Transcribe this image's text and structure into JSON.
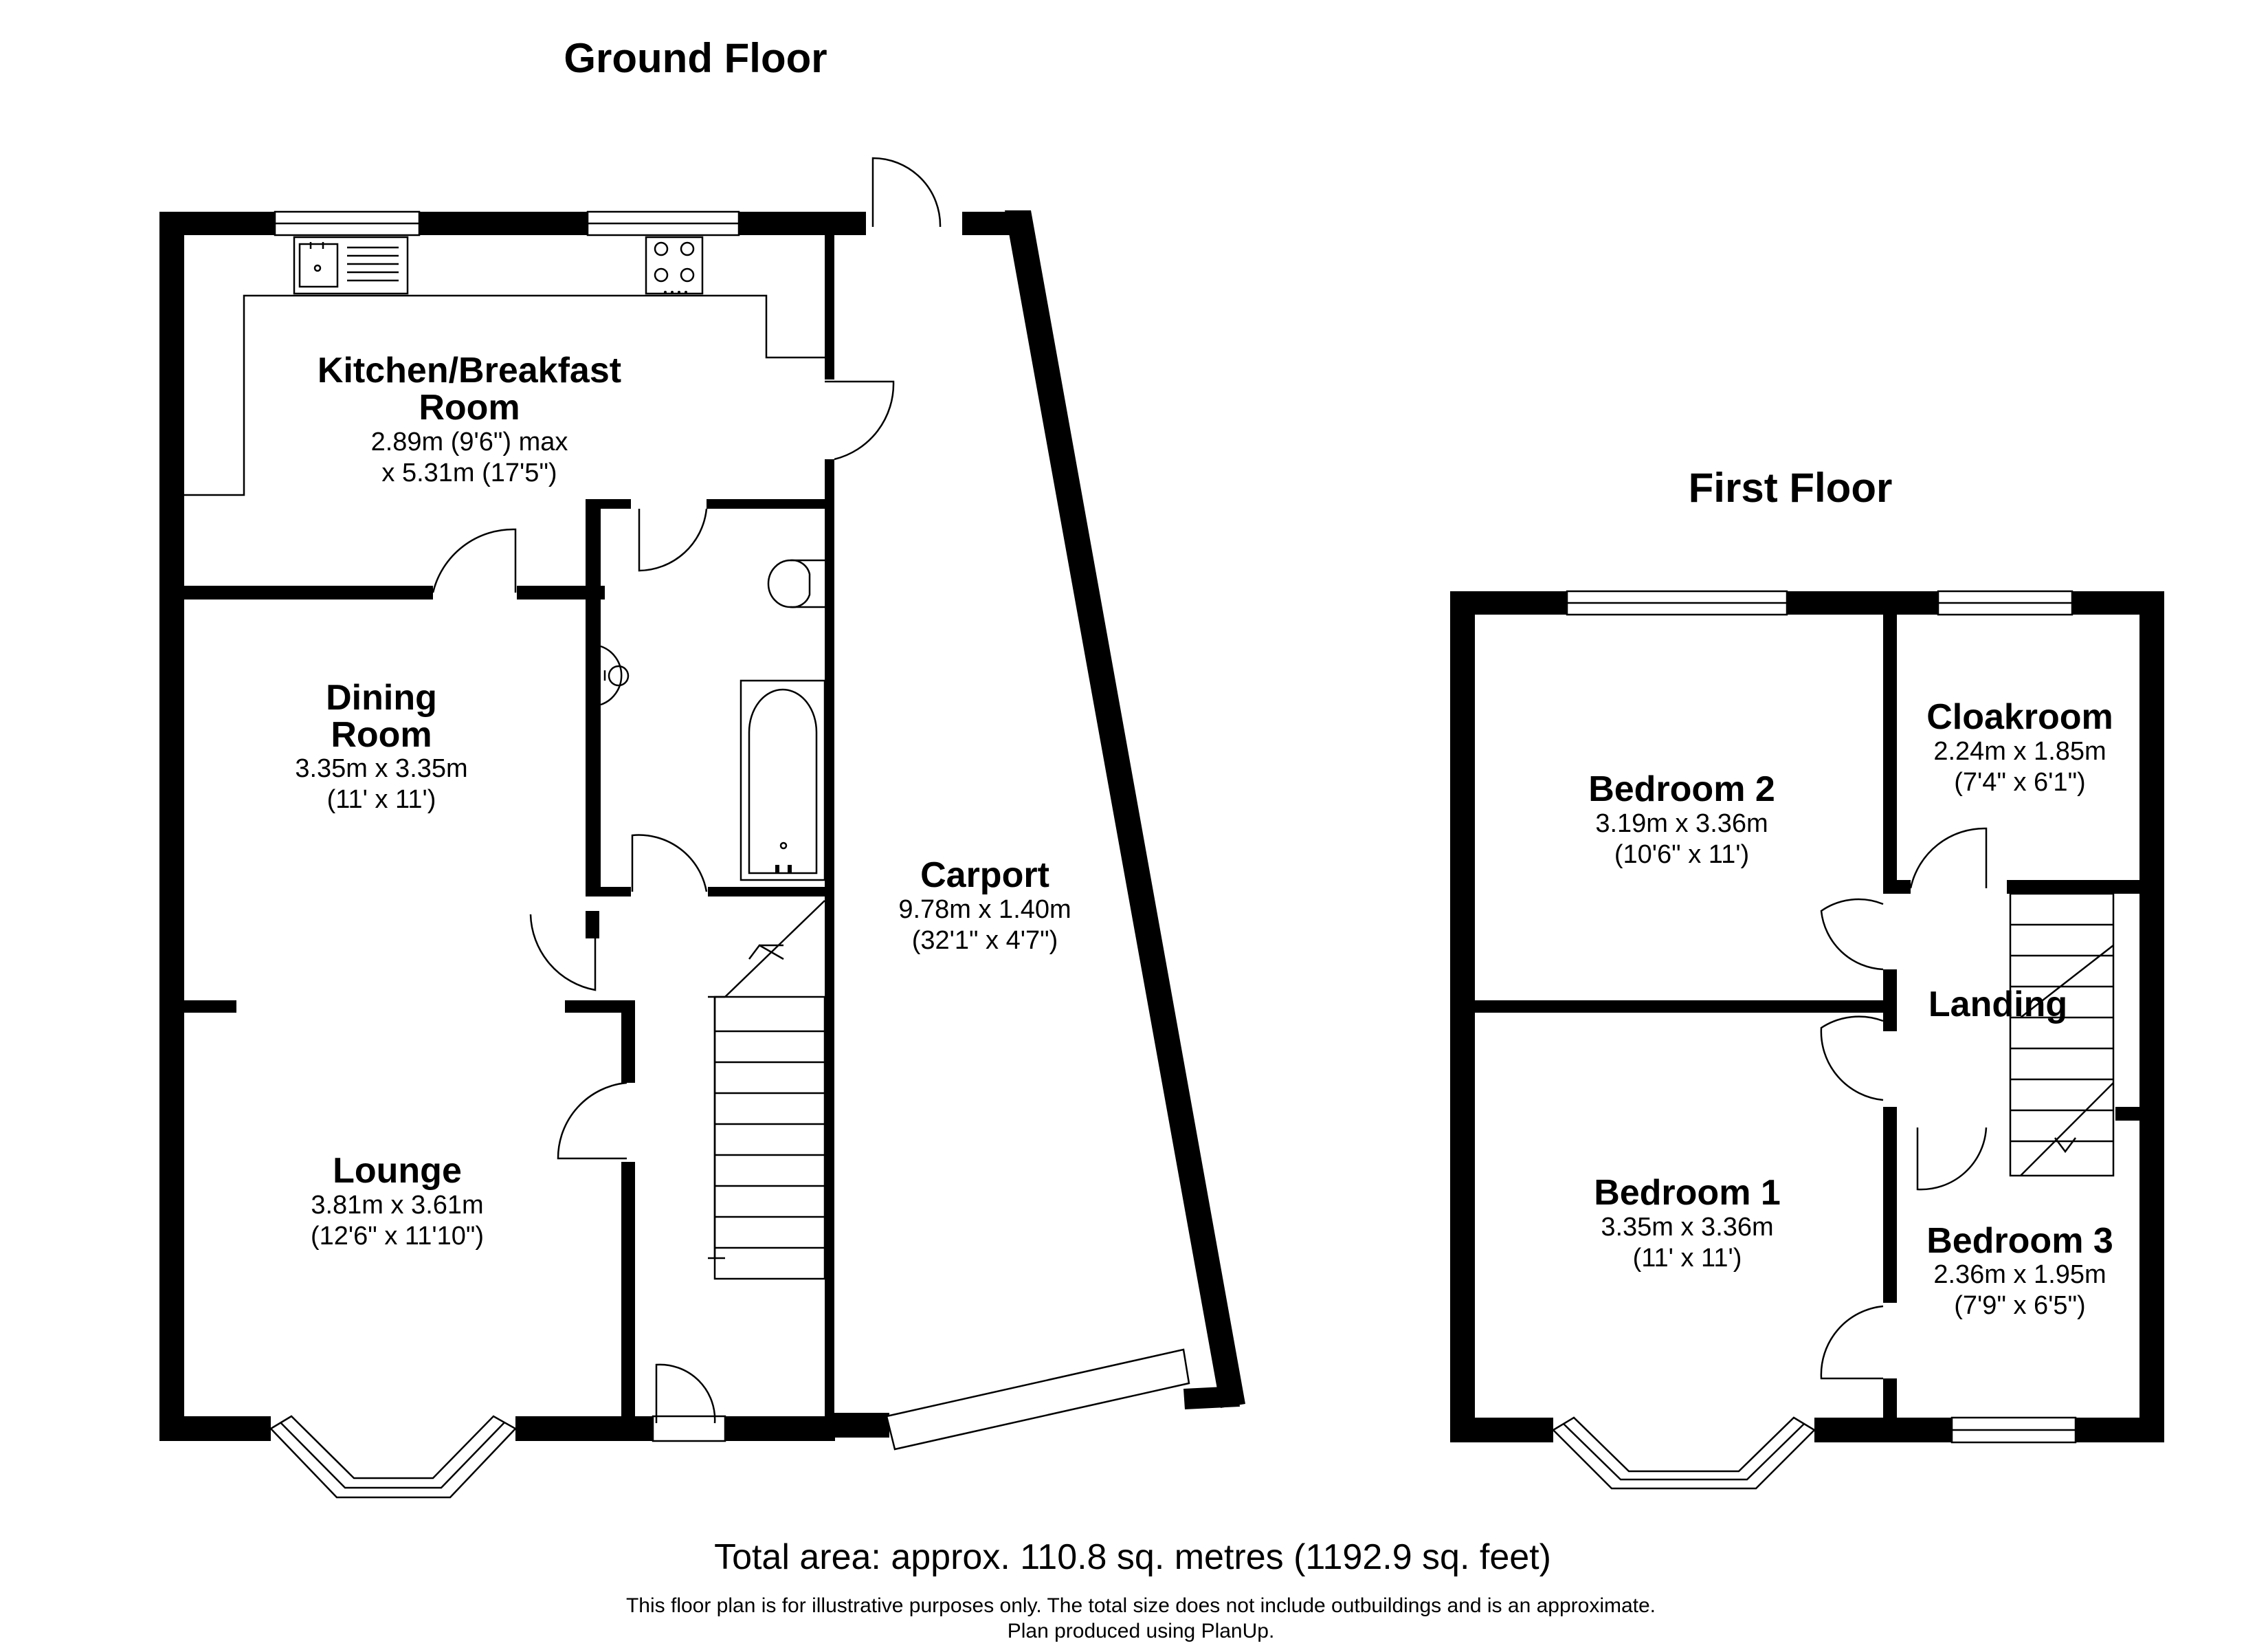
{
  "floors": {
    "ground": {
      "title": "Ground Floor"
    },
    "first": {
      "title": "First Floor"
    }
  },
  "rooms": {
    "kitchen": {
      "name_line1": "Kitchen/Breakfast",
      "name_line2": "Room",
      "dim_line1": "2.89m (9'6\") max",
      "dim_line2": "x 5.31m (17'5\")"
    },
    "dining": {
      "name_line1": "Dining",
      "name_line2": "Room",
      "dim_line1": "3.35m x 3.35m",
      "dim_line2": "(11' x 11')"
    },
    "lounge": {
      "name": "Lounge",
      "dim_line1": "3.81m x 3.61m",
      "dim_line2": "(12'6\" x 11'10\")"
    },
    "carport": {
      "name": "Carport",
      "dim_line1": "9.78m x 1.40m",
      "dim_line2": "(32'1\" x 4'7\")"
    },
    "bedroom2": {
      "name": "Bedroom 2",
      "dim_line1": "3.19m x 3.36m",
      "dim_line2": "(10'6\" x 11')"
    },
    "cloakroom": {
      "name": "Cloakroom",
      "dim_line1": "2.24m x 1.85m",
      "dim_line2": "(7'4\" x 6'1\")"
    },
    "landing": {
      "name": "Landing"
    },
    "bedroom1": {
      "name": "Bedroom 1",
      "dim_line1": "3.35m x 3.36m",
      "dim_line2": "(11' x 11')"
    },
    "bedroom3": {
      "name": "Bedroom 3",
      "dim_line1": "2.36m x 1.95m",
      "dim_line2": "(7'9\" x 6'5\")"
    }
  },
  "footer": {
    "total_area": "Total area: approx. 110.8 sq. metres (1192.9 sq. feet)",
    "disclaimer": "This floor plan is for illustrative purposes only. The total size does not include outbuildings and is an approximate.",
    "produced_by": "Plan produced using PlanUp."
  },
  "colors": {
    "wall": "#000000",
    "background": "#ffffff"
  }
}
